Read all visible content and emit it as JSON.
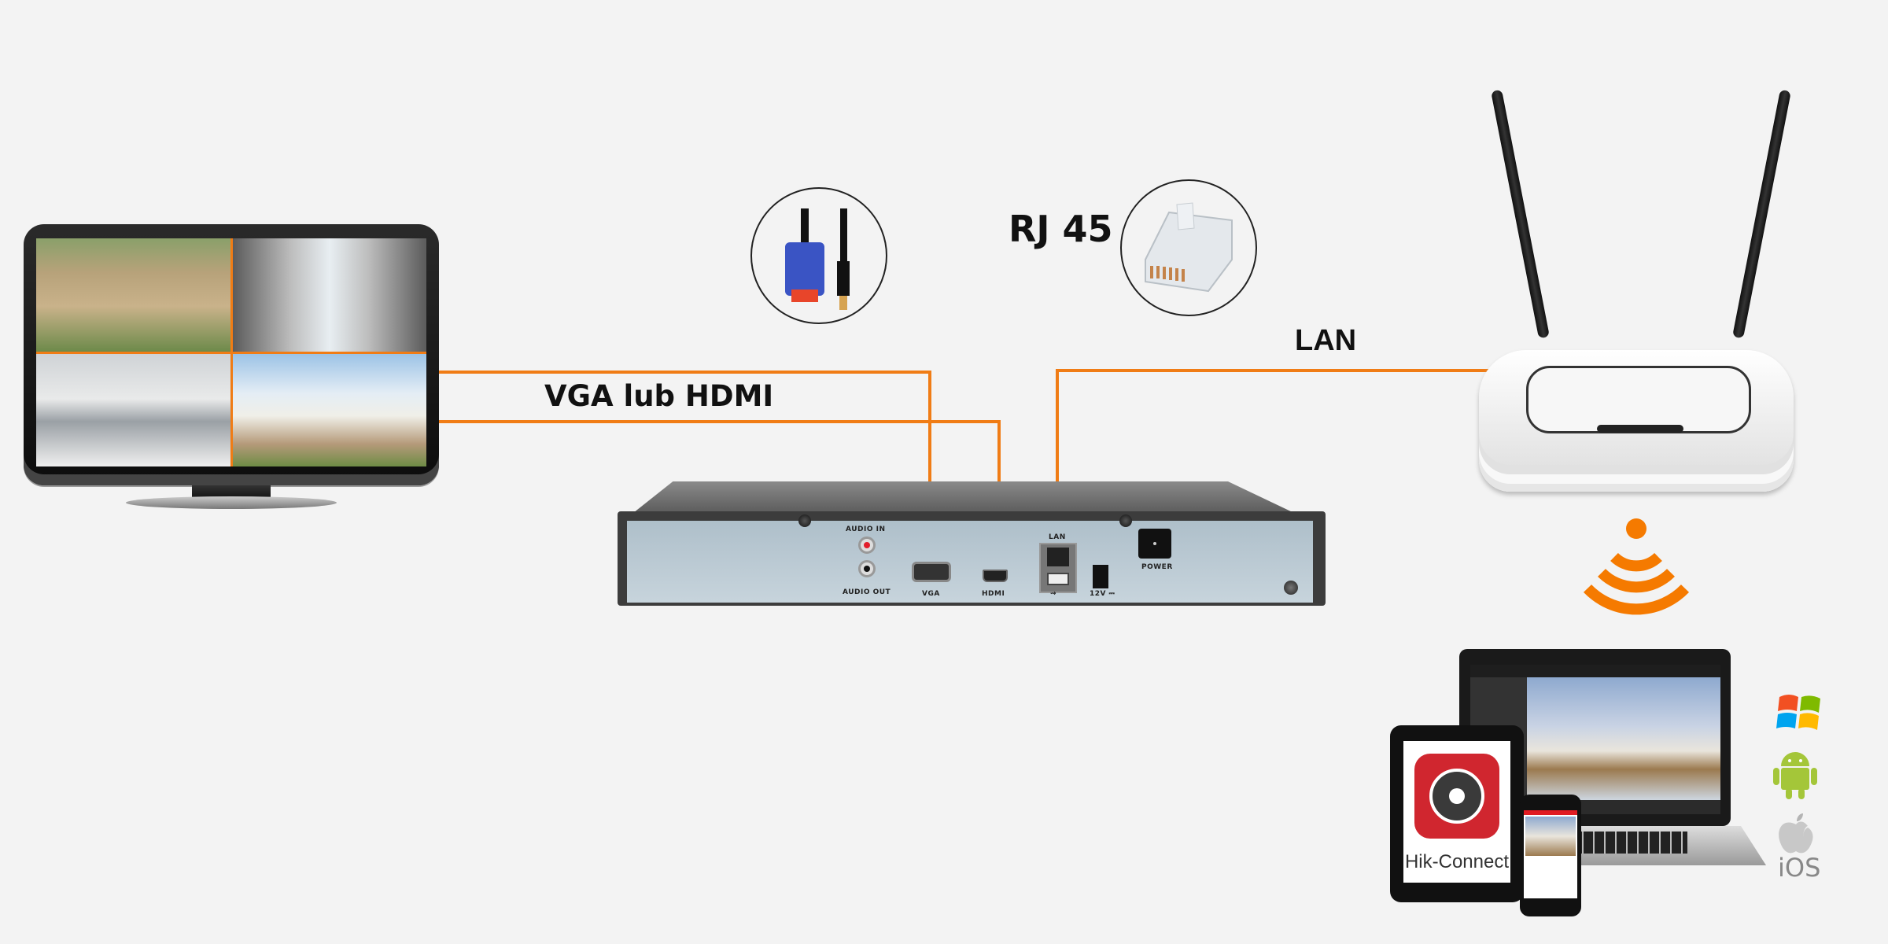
{
  "labels": {
    "vga_hdmi": "VGA lub HDMI",
    "rj45": "RJ 45",
    "lan": "LAN"
  },
  "nvr": {
    "ports": {
      "audio_in": "AUDIO IN",
      "audio_out": "AUDIO OUT",
      "vga": "VGA",
      "hdmi": "HDMI",
      "lan": "LAN",
      "usb": "⇝",
      "dc": "12V ⎓",
      "power": "POWER"
    }
  },
  "monitor": {
    "feeds": [
      "construction-site",
      "warehouse",
      "office-floor",
      "garage-house"
    ]
  },
  "devices": {
    "app_name": "Hik-Connect",
    "platforms": [
      "Windows",
      "Android",
      "iOS"
    ],
    "ios_label": "iOS"
  },
  "colors": {
    "wire": "#f07c15",
    "wifi": "#f57a00",
    "app_red": "#d0262f"
  }
}
